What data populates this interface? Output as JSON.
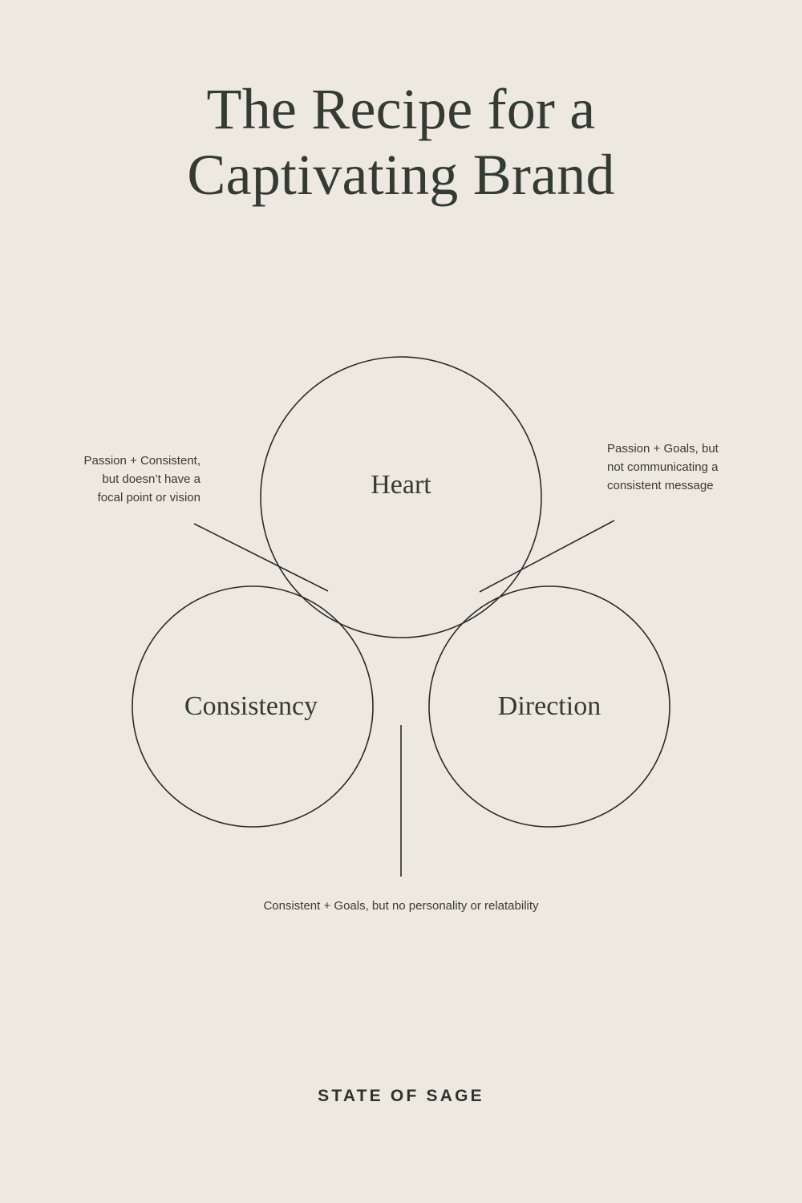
{
  "poster": {
    "background_color": "#EDE9E1",
    "ink_color": "#343B30",
    "line_color": "#2B2B26"
  },
  "title": {
    "line1": "The Recipe for a",
    "line2": "Captivating Brand"
  },
  "diagram": {
    "type": "venn-3-circle",
    "circles": [
      {
        "id": "heart",
        "label": "Heart"
      },
      {
        "id": "consistency",
        "label": "Consistency"
      },
      {
        "id": "direction",
        "label": "Direction"
      }
    ],
    "annotations": [
      {
        "id": "left",
        "text": "Passion + Consistent, but doesn’t have a focal point or vision",
        "line1": "Passion + Consistent,",
        "line2": "but doesn’t have a",
        "line3": "focal point or vision",
        "points_to": "heart-consistency-overlap"
      },
      {
        "id": "right",
        "text": "Passion + Goals, but not communicating a consistent message",
        "line1": "Passion + Goals, but",
        "line2": "not communicating a",
        "line3": "consistent message",
        "points_to": "heart-direction-overlap"
      },
      {
        "id": "bottom",
        "text": "Consistent + Goals, but no personality or relatability",
        "points_to": "consistency-direction-overlap"
      }
    ]
  },
  "footer": {
    "brand": "STATE OF SAGE"
  }
}
